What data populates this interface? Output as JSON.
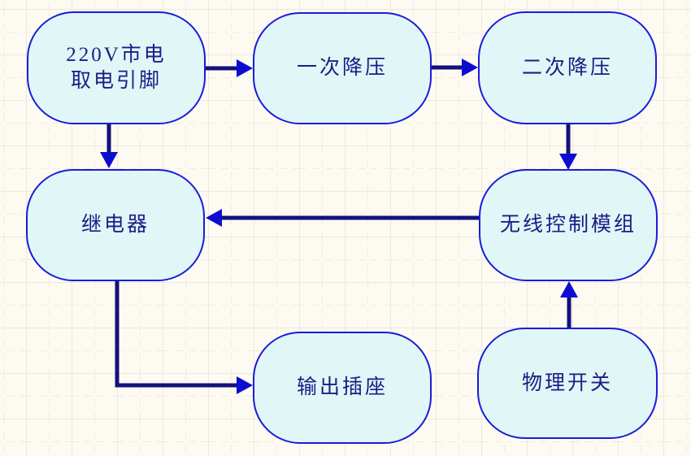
{
  "diagram": {
    "type": "flowchart",
    "colors": {
      "canvas_bg": "#FDFAF1",
      "grid_major": "#ECE8E0",
      "grid_minor": "#F0ECE4",
      "node_fill": "#E0F6F7",
      "node_border": "#1B1BD9",
      "node_text": "#1C1C85",
      "arrow_shaft": "#12127C",
      "arrow_head": "#0D0DD2"
    },
    "nodes": [
      {
        "id": "mains",
        "line1": "220V市电",
        "line2": "取电引脚"
      },
      {
        "id": "stepdown1",
        "label": "一次降压"
      },
      {
        "id": "stepdown2",
        "label": "二次降压"
      },
      {
        "id": "relay",
        "label": "继电器"
      },
      {
        "id": "wireless",
        "label": "无线控制模组"
      },
      {
        "id": "socket",
        "label": "输出插座"
      },
      {
        "id": "switch",
        "label": "物理开关"
      }
    ],
    "edges": [
      {
        "from": "mains",
        "to": "stepdown1"
      },
      {
        "from": "stepdown1",
        "to": "stepdown2"
      },
      {
        "from": "stepdown2",
        "to": "wireless"
      },
      {
        "from": "mains",
        "to": "relay"
      },
      {
        "from": "wireless",
        "to": "relay"
      },
      {
        "from": "relay",
        "to": "socket"
      },
      {
        "from": "switch",
        "to": "wireless"
      }
    ]
  }
}
